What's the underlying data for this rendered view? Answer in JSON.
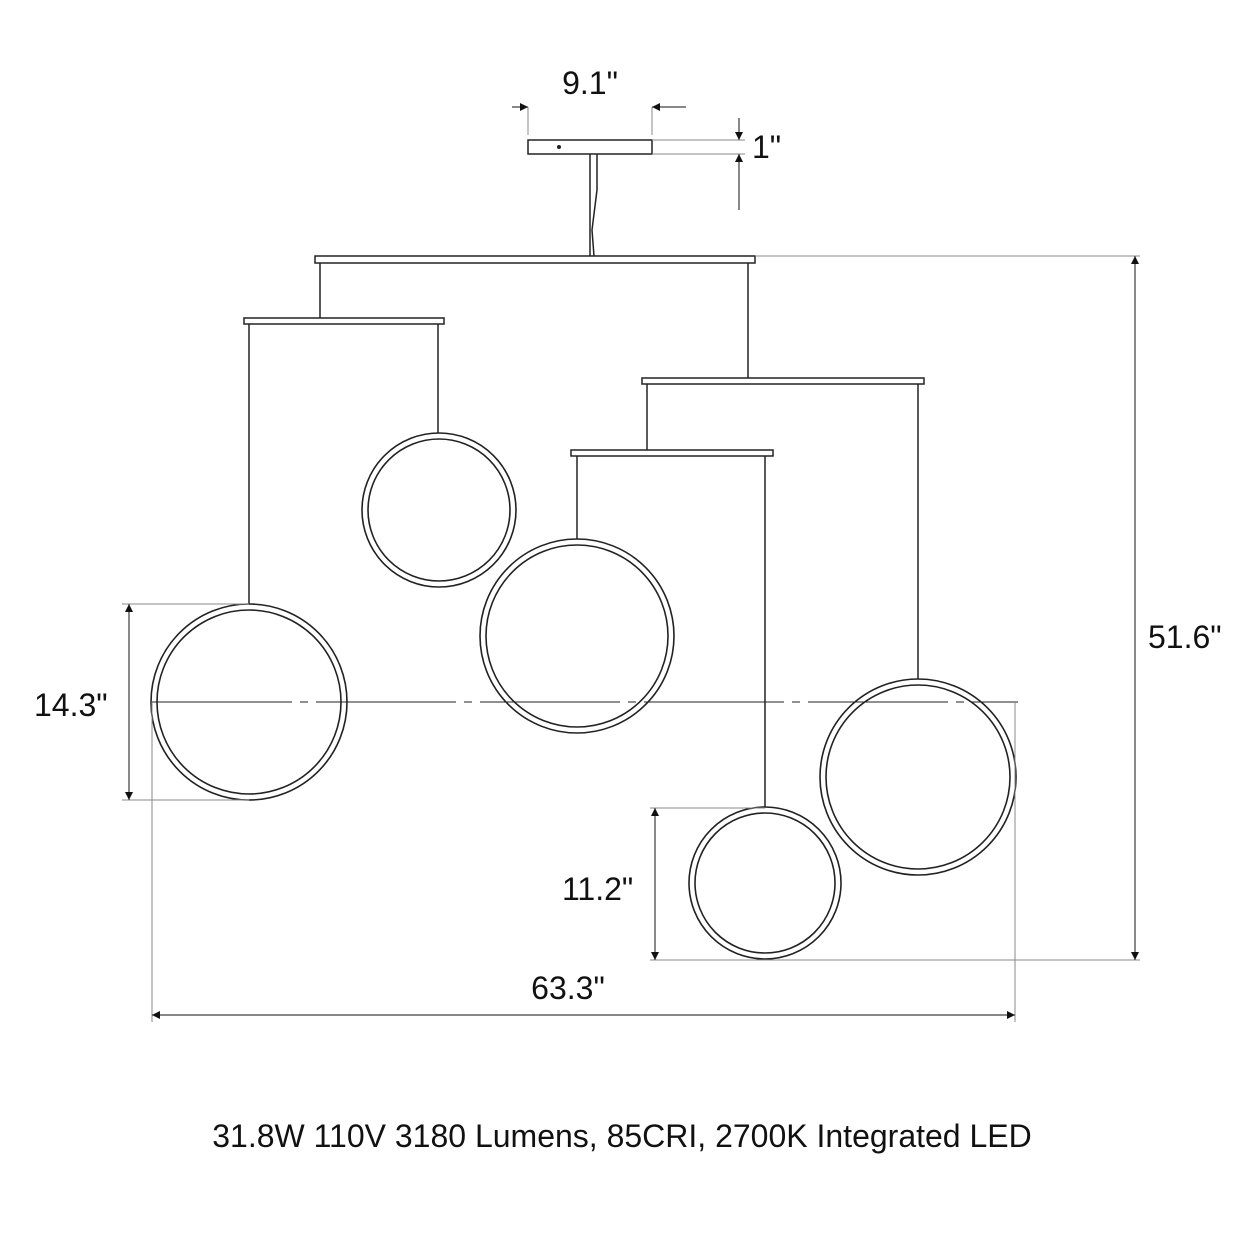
{
  "dimensions": {
    "canopy_width": "9.1\"",
    "canopy_height": "1\"",
    "overall_height": "51.6\"",
    "large_ring_diameter": "14.3\"",
    "small_ring_diameter": "11.2\"",
    "overall_width": "63.3\""
  },
  "spec_text": "31.8W 110V 3180 Lumens, 85CRI, 2700K Integrated LED",
  "colors": {
    "line": "#222222",
    "dim_line": "#777777"
  }
}
